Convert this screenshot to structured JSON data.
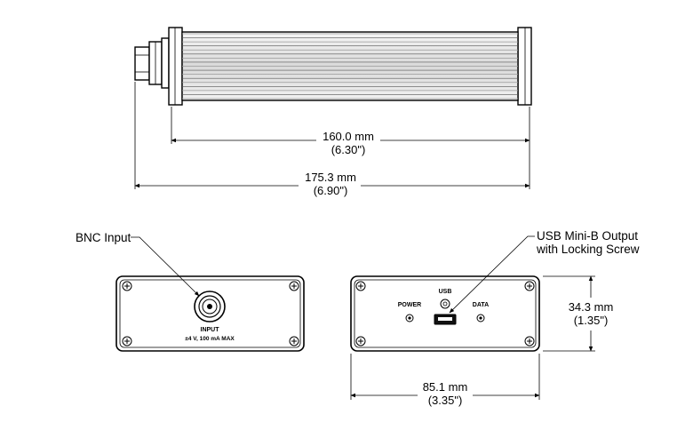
{
  "top_view": {
    "body_length": {
      "metric": "160.0 mm",
      "imperial": "(6.30\")"
    },
    "overall_length": {
      "metric": "175.3 mm",
      "imperial": "(6.90\")"
    }
  },
  "input_panel": {
    "callout": "BNC Input",
    "connector_label": "INPUT",
    "rating_label": "±4 V, 100 mA MAX"
  },
  "output_panel": {
    "callout_line1": "USB Mini-B Output",
    "callout_line2": "with Locking Screw",
    "power_label": "POWER",
    "usb_label": "USB",
    "data_label": "DATA",
    "height": {
      "metric": "34.3 mm",
      "imperial": "(1.35\")"
    },
    "width": {
      "metric": "85.1 mm",
      "imperial": "(3.35\")"
    }
  },
  "colors": {
    "line": "#000000",
    "panel_fill": "#ffffff",
    "tube_fill": "#e6e6e6"
  }
}
